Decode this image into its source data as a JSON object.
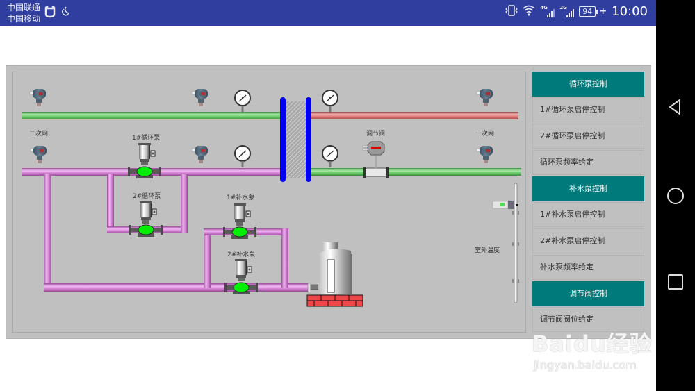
{
  "statusbar": {
    "carrier1": "中国联通",
    "carrier2": "中国移动",
    "left_icons": [
      "notification-app-icon",
      "moon-icon"
    ],
    "right_icons": [
      "vibrate-icon",
      "wifi-icon",
      "signal-4g-icon",
      "signal-2g-icon",
      "battery-icon",
      "charging-icon"
    ],
    "signal1_gen": "4G",
    "signal2_gen": "2G",
    "battery": "94",
    "charging": "+",
    "time": "10:00"
  },
  "navbar": {
    "buttons": [
      {
        "name": "back",
        "icon": "back-triangle-icon"
      },
      {
        "name": "home",
        "icon": "home-circle-icon"
      },
      {
        "name": "recents",
        "icon": "recents-square-icon"
      }
    ]
  },
  "diagram": {
    "labels": {
      "secondary_net": "二次网",
      "primary_net": "一次网",
      "circ_pump_1": "1#循环泵",
      "circ_pump_2": "2#循环泵",
      "makeup_pump_1": "1#补水泵",
      "makeup_pump_2": "2#补水泵",
      "control_valve": "调节阀",
      "outdoor_temp": "室外温度"
    },
    "outdoor_temp_slider_fraction_from_top": 0.18,
    "colors": {
      "supply_pipe": "#6fcf6f",
      "return_pipe_secondary": "#d98ad9",
      "primary_supply_pipe": "#e07b7b",
      "heat_exchanger_plate": "#0000ee",
      "pump_running": "#00ee00",
      "accent_teal": "#007a7a"
    }
  },
  "side_panel": {
    "groups": [
      {
        "header": "循环泵控制",
        "items": [
          "1#循环泵启停控制",
          "2#循环泵启停控制",
          "循环泵频率给定"
        ]
      },
      {
        "header": "补水泵控制",
        "items": [
          "1#补水泵启停控制",
          "2#补水泵启停控制",
          "补水泵频率给定"
        ]
      },
      {
        "header": "调节阀控制",
        "items": [
          "调节阀阀位给定"
        ]
      }
    ]
  },
  "watermark": {
    "line1": "Baidu经验",
    "line2": "jingyan.baidu.com"
  }
}
